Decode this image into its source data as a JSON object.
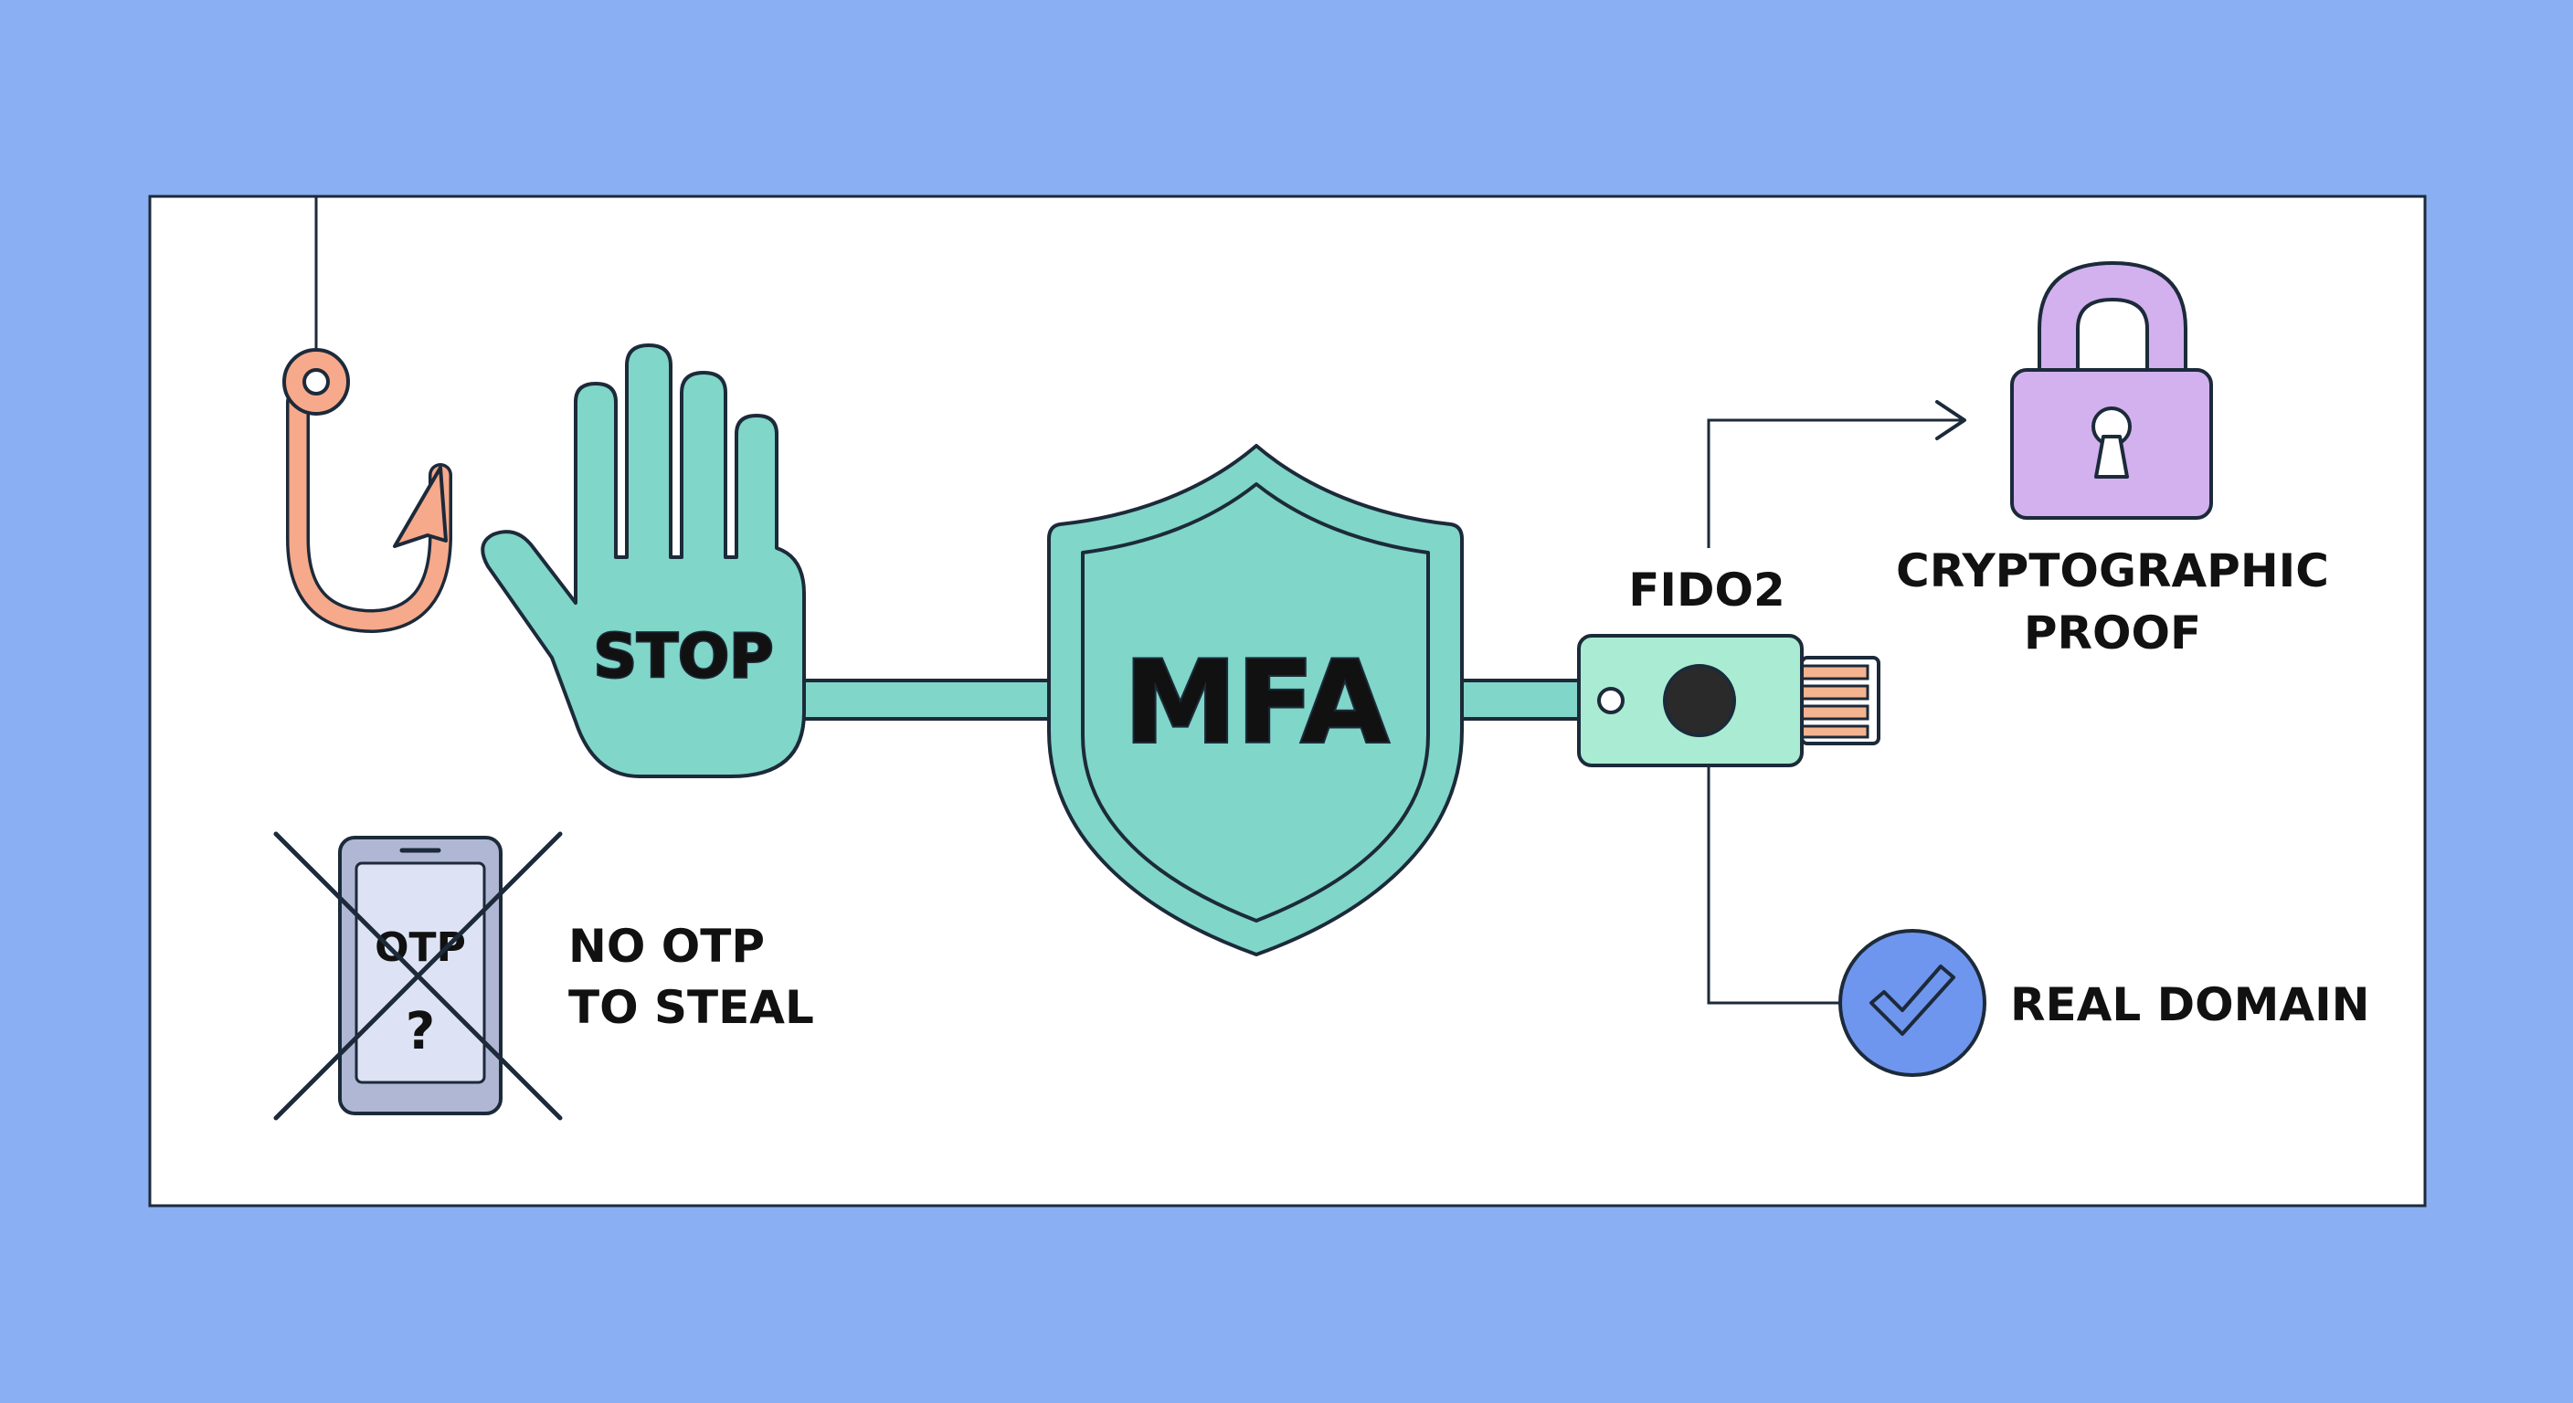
{
  "colors": {
    "background": "#8aaff2",
    "panel": "#ffffff",
    "outline": "#1c2a3a",
    "teal": "#80d6c8",
    "hook": "#f6a98b",
    "key_body": "#a9ecd3",
    "key_contacts": "#f4b48f",
    "lock": "#d2b1ee",
    "check_circle": "#6f96ee",
    "phone_frame": "#b0b7d4",
    "phone_screen": "#dde3f4"
  },
  "icons": {
    "hook": "fishing-hook-icon",
    "hand": "stop-hand-icon",
    "shield": "shield-icon",
    "security_key": "usb-security-key-icon",
    "padlock": "padlock-icon",
    "check": "check-circle-icon",
    "phone": "phone-icon"
  },
  "labels": {
    "stop": "STOP",
    "mfa": "MFA",
    "fido2": "FIDO2",
    "crypto_line1": "CRYPTOGRAPHIC",
    "crypto_line2": "PROOF",
    "real_domain": "REAL DOMAIN",
    "no_otp_line1": "NO OTP",
    "no_otp_line2": "TO STEAL",
    "phone_otp": "OTP",
    "phone_question": "?"
  }
}
